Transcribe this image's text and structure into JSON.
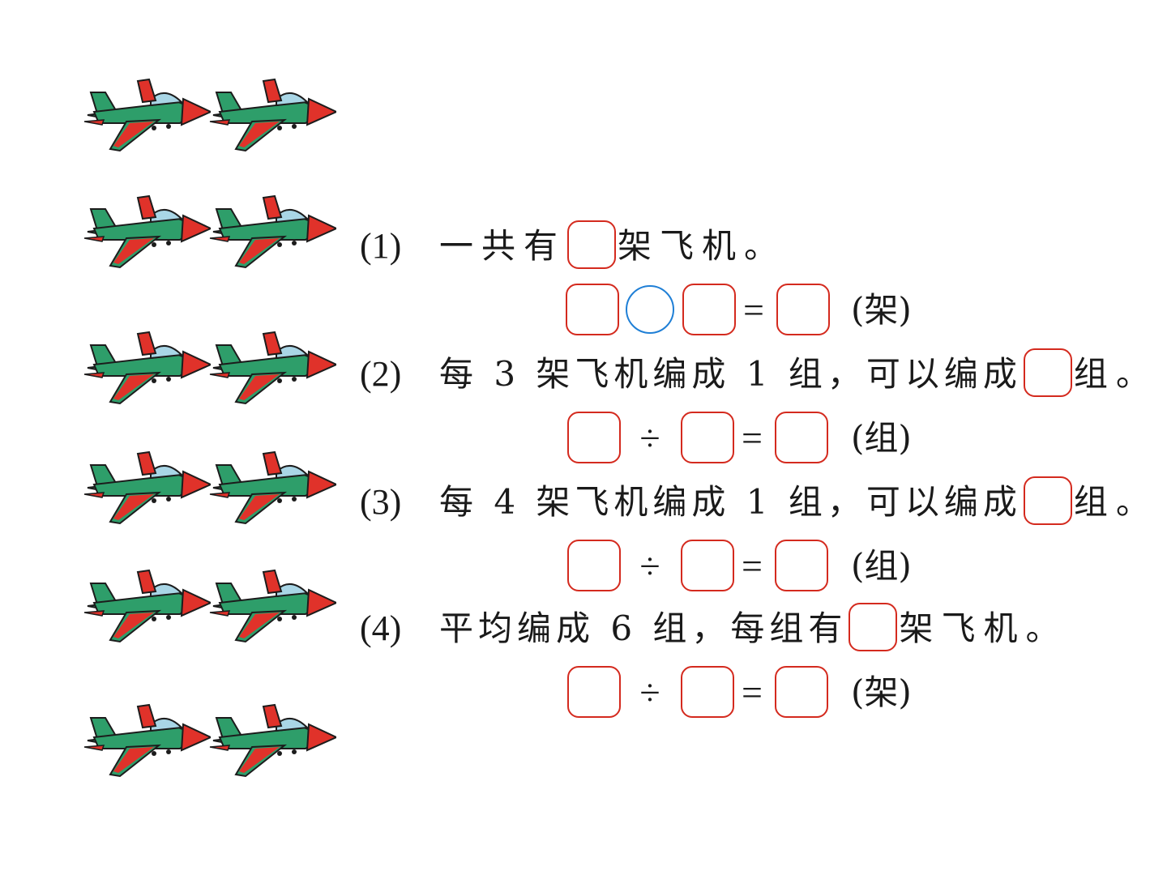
{
  "illustration": {
    "plane_rows": 6,
    "planes_per_row": 2,
    "icon": "plane-icon"
  },
  "colors": {
    "answer_box": "#d42a1e",
    "operator_circle": "#1f7fd6",
    "plane_body": "#2e9e6a",
    "plane_nose": "#e0322a"
  },
  "questions": [
    {
      "number": "(1)",
      "before": "一共有",
      "after": "架飞机。",
      "equation": {
        "operator": "",
        "equals": "=",
        "unit": "(架)"
      }
    },
    {
      "number": "(2)",
      "before": "每 3 架飞机编成 1 组，可以编成",
      "after": "组。",
      "equation": {
        "operator": "÷",
        "equals": "=",
        "unit": "(组)"
      }
    },
    {
      "number": "(3)",
      "before": "每 4 架飞机编成 1 组，可以编成",
      "after": "组。",
      "equation": {
        "operator": "÷",
        "equals": "=",
        "unit": "(组)"
      }
    },
    {
      "number": "(4)",
      "before": "平均编成 6 组，每组有",
      "after": "架飞机。",
      "equation": {
        "operator": "÷",
        "equals": "=",
        "unit": "(架)"
      }
    }
  ]
}
